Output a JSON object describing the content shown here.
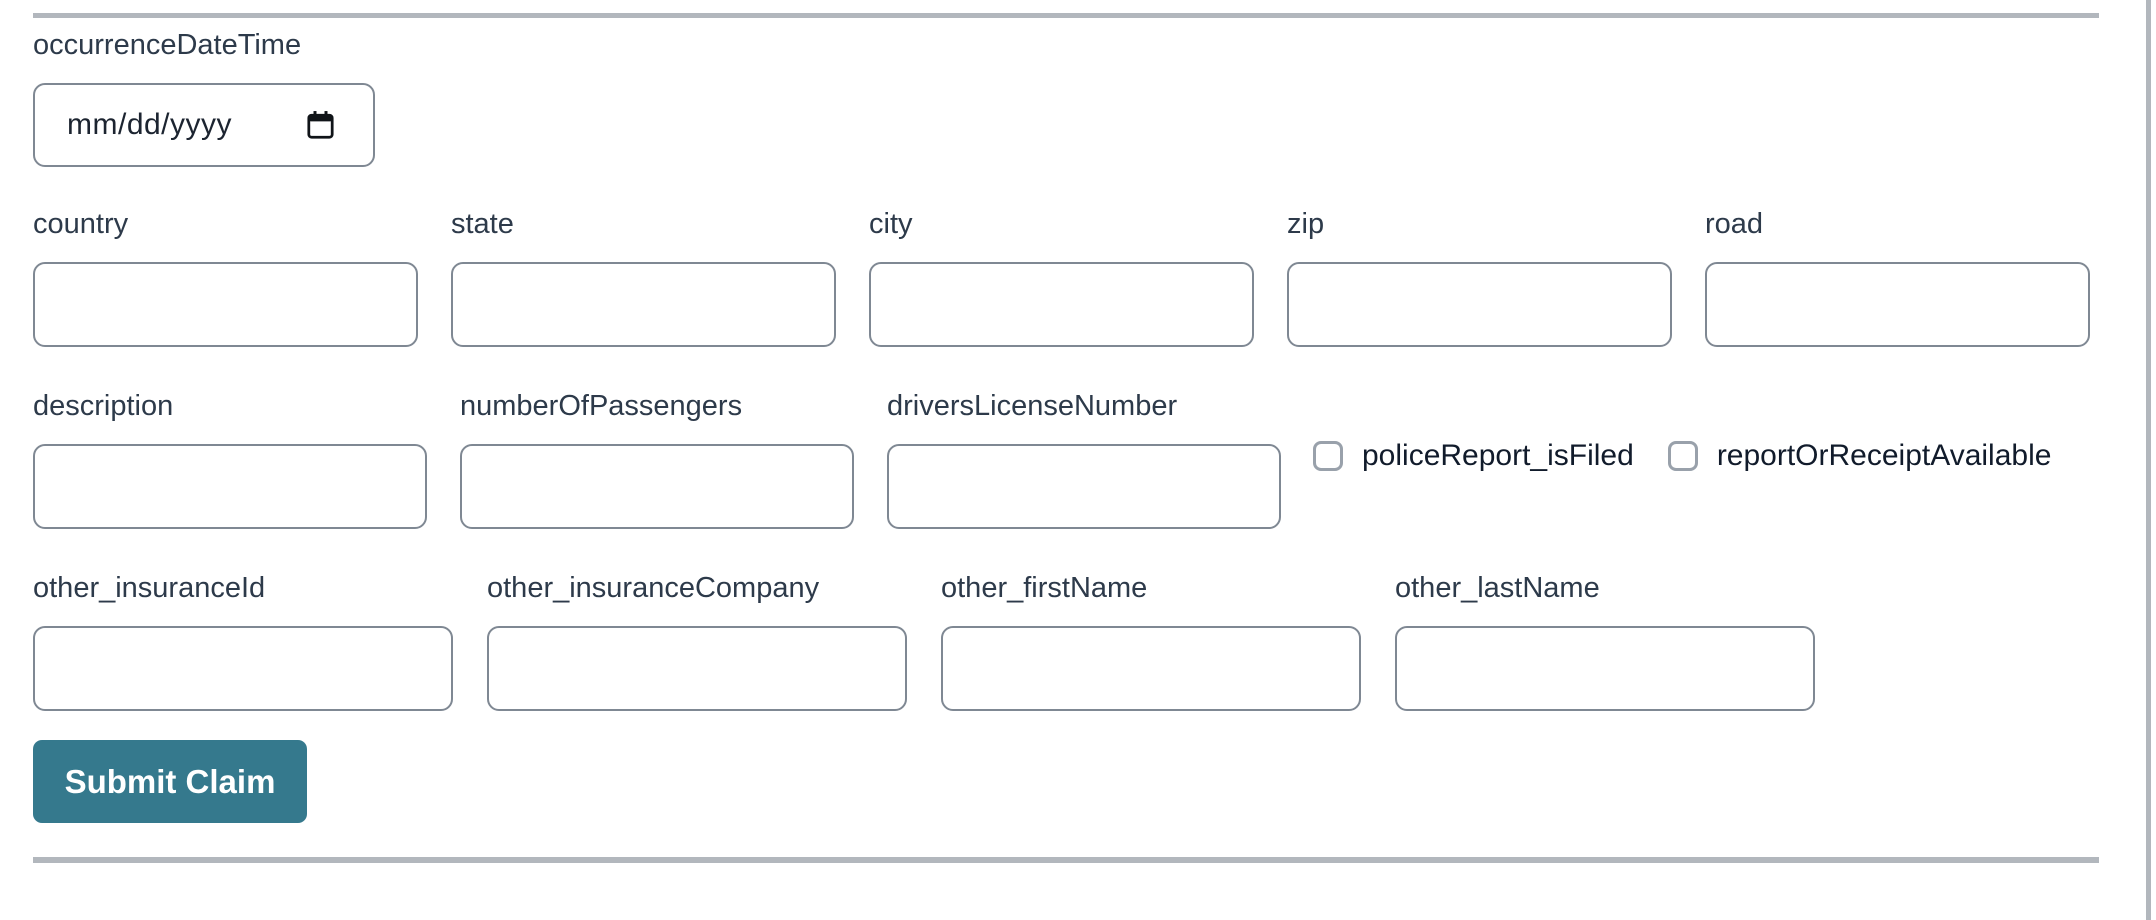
{
  "colors": {
    "accent_teal": "#35798d",
    "divider_gray": "#b2b7bd",
    "input_border": "#7f8893",
    "checkbox_border": "#99a1ab",
    "label_text": "#2d3a4a",
    "dark_text": "#111b2b",
    "button_text": "#ffffff"
  },
  "form": {
    "occurrence_field": {
      "label": "occurrenceDateTime",
      "type": "date",
      "placeholder": "mm/dd/yyyy",
      "value": "",
      "icon": "calendar-icon"
    },
    "location_fields": [
      {
        "label": "country",
        "value": ""
      },
      {
        "label": "state",
        "value": ""
      },
      {
        "label": "city",
        "value": ""
      },
      {
        "label": "zip",
        "value": ""
      },
      {
        "label": "road",
        "value": ""
      }
    ],
    "incident_fields": [
      {
        "label": "description",
        "value": ""
      },
      {
        "label": "numberOfPassengers",
        "value": ""
      },
      {
        "label": "driversLicenseNumber",
        "value": ""
      }
    ],
    "checkboxes": [
      {
        "label": "policeReport_isFiled",
        "checked": false
      },
      {
        "label": "reportOrReceiptAvailable",
        "checked": false
      }
    ],
    "other_party_fields": [
      {
        "label": "other_insuranceId",
        "value": ""
      },
      {
        "label": "other_insuranceCompany",
        "value": ""
      },
      {
        "label": "other_firstName",
        "value": ""
      },
      {
        "label": "other_lastName",
        "value": ""
      }
    ],
    "submit_button": {
      "label": "Submit Claim"
    }
  }
}
